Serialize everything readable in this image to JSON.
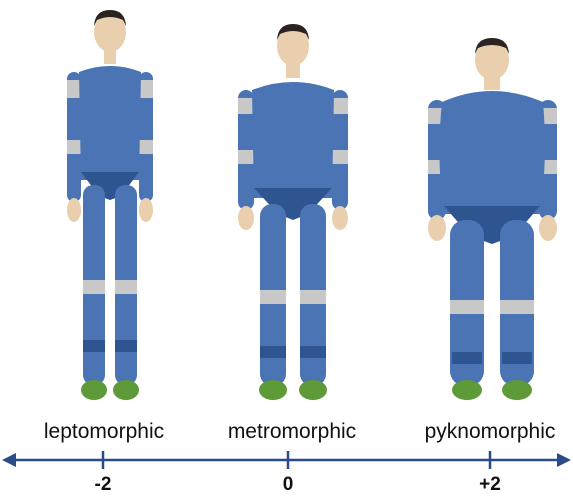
{
  "figures": [
    {
      "label": "leptomorphic",
      "tick": "-2"
    },
    {
      "label": "metromorphic",
      "tick": "0"
    },
    {
      "label": "pyknomorphic",
      "tick": "+2"
    }
  ],
  "colors": {
    "suit": "#4a74b4",
    "suit_dark": "#2f5590",
    "joint": "#c8c8c8",
    "skin": "#e9cfae",
    "hair": "#2a2320",
    "shoe": "#5f9a38",
    "axis": "#2b4a8a"
  },
  "icons": {
    "figure_icon": "human-body-model",
    "axis_icon": "double-arrow-scale-axis"
  }
}
